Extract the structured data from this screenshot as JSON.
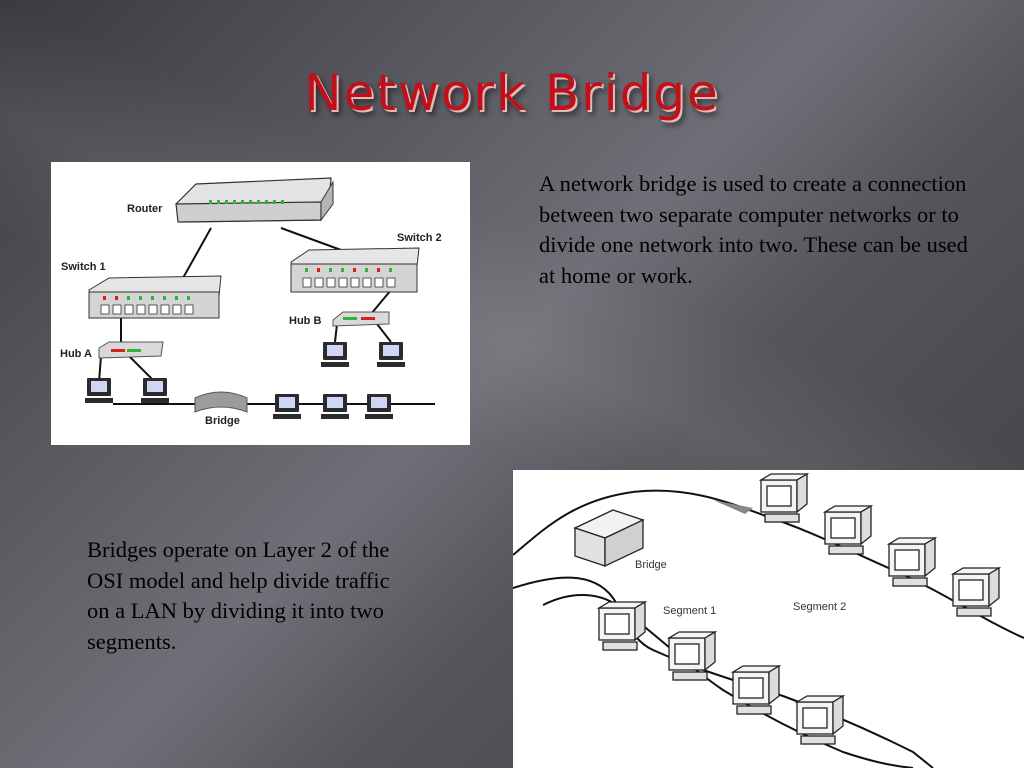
{
  "slide": {
    "title": "Network Bridge",
    "paragraph_1": "A network bridge is used to create a connection between two separate computer networks or to divide one network into two. These can be used at home or work.",
    "paragraph_2": "Bridges operate on Layer 2 of the OSI model and help divide traffic on a LAN by dividing it into two segments."
  },
  "diagram_1": {
    "router_label": "Router",
    "switch_1_label": "Switch 1",
    "switch_2_label": "Switch 2",
    "hub_a_label": "Hub A",
    "hub_b_label": "Hub B",
    "bridge_label": "Bridge"
  },
  "diagram_2": {
    "bridge_label": "Bridge",
    "segment_1_label": "Segment 1",
    "segment_2_label": "Segment 2"
  },
  "colors": {
    "title": "#c0111a",
    "background": "#5b5b62"
  }
}
